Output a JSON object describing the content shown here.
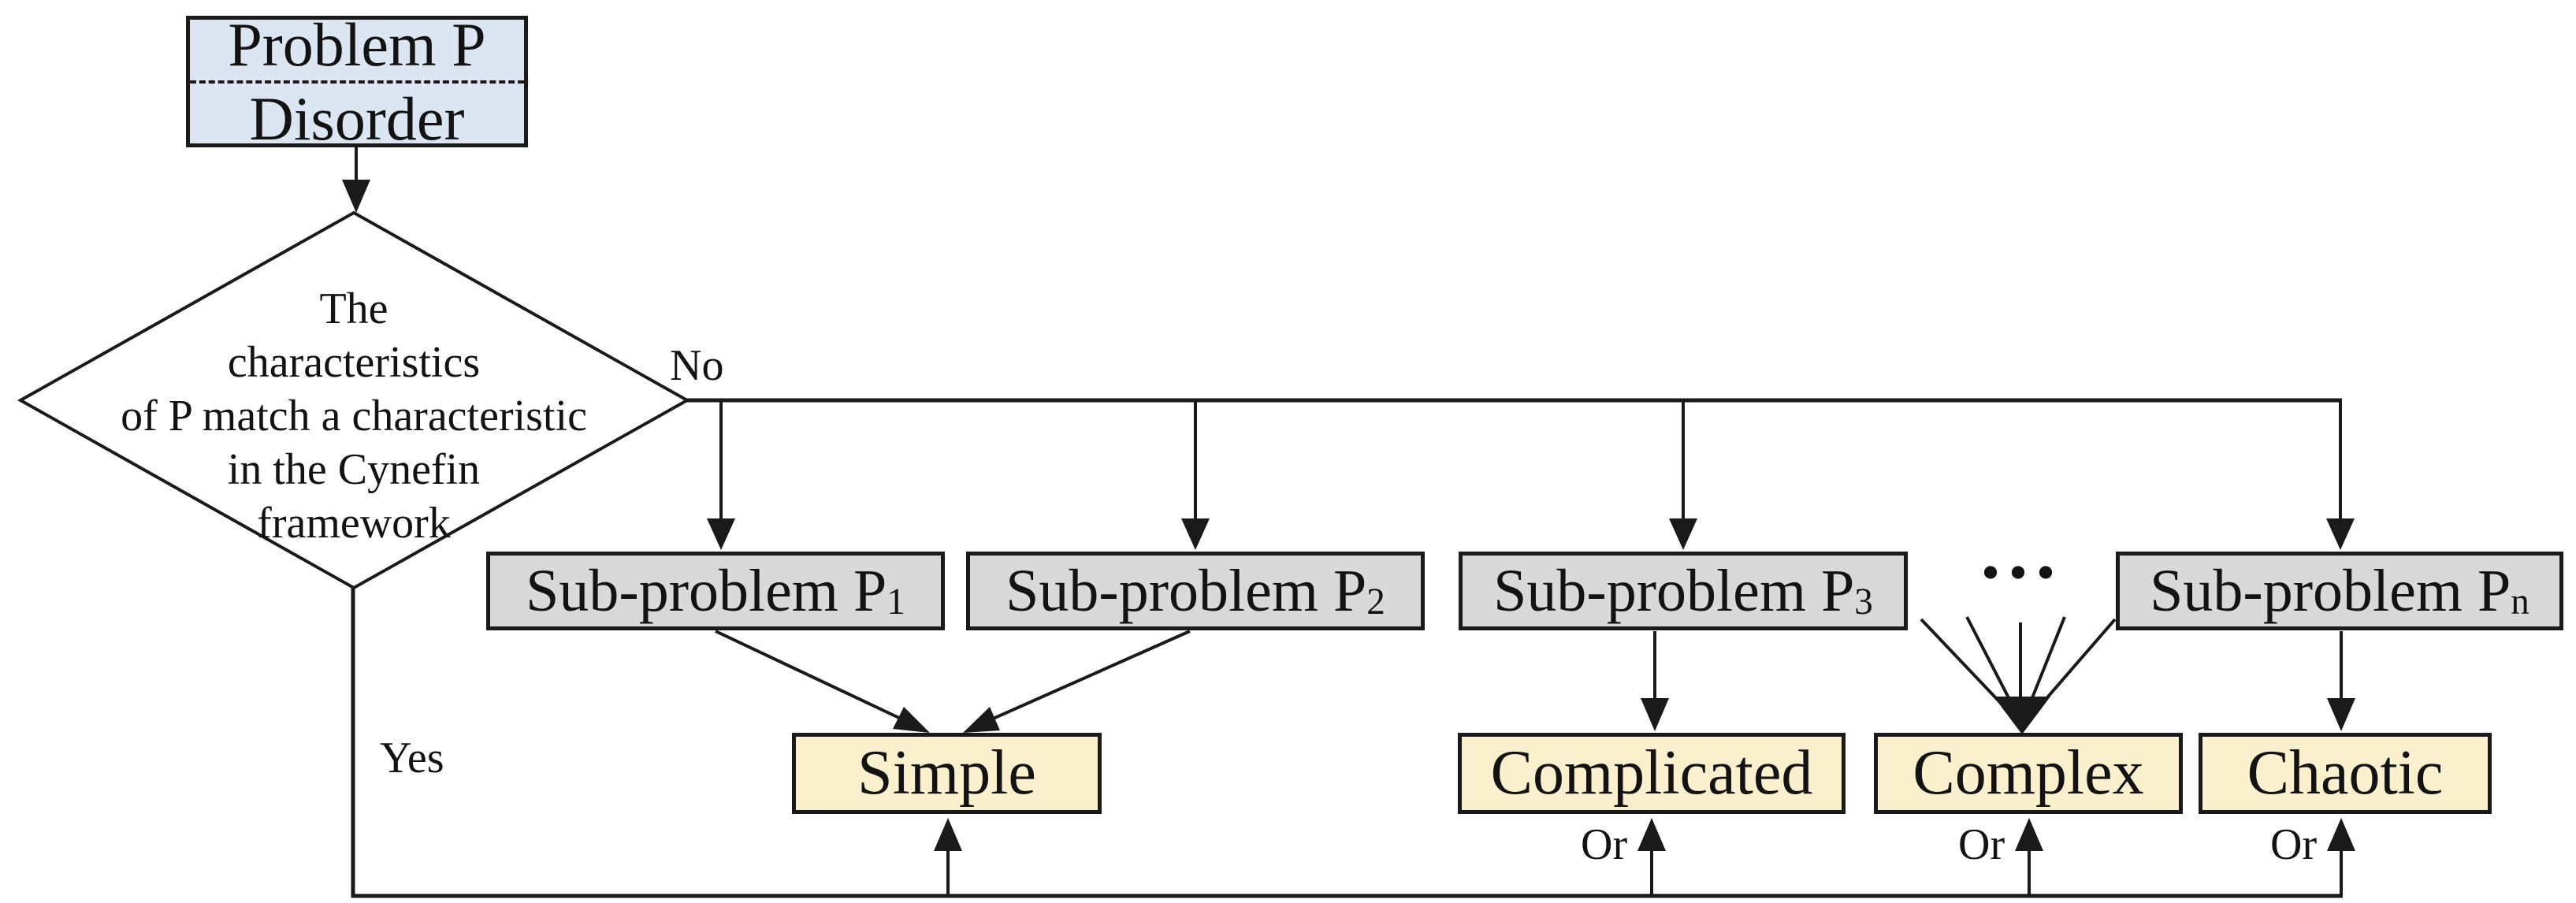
{
  "flowchart": {
    "start": {
      "top": "Problem P",
      "bottom": "Disorder"
    },
    "decision": {
      "lines": [
        "The",
        "characteristics",
        "of P match a characteristic",
        "in the Cynefin",
        "framework"
      ],
      "full_text": "The characteristics of P match a characteristic in the Cynefin framework"
    },
    "branch_labels": {
      "no": "No",
      "yes": "Yes",
      "or": "Or",
      "ellipsis": "..."
    },
    "sub_problems": [
      {
        "prefix": "Sub-problem P",
        "subscript": "1"
      },
      {
        "prefix": "Sub-problem P",
        "subscript": "2"
      },
      {
        "prefix": "Sub-problem P",
        "subscript": "3"
      },
      {
        "prefix": "Sub-problem P",
        "subscript": "n"
      }
    ],
    "outcomes": [
      {
        "label": "Simple"
      },
      {
        "label": "Complicated"
      },
      {
        "label": "Complex"
      },
      {
        "label": "Chaotic"
      }
    ],
    "colors": {
      "start_fill": "#dce6f2",
      "subproblem_fill": "#d9d9d9",
      "outcome_fill": "#faf0ce",
      "line": "#1a1a1a",
      "background": "#ffffff"
    }
  }
}
